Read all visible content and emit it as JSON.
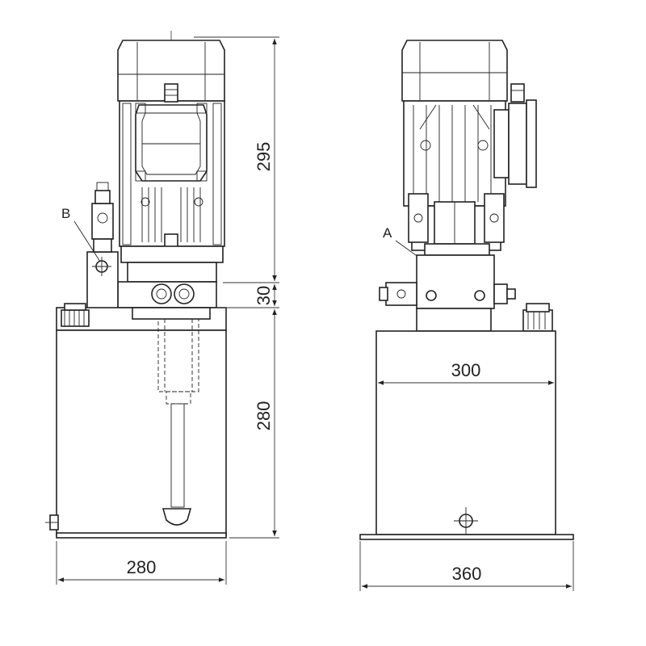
{
  "views": {
    "front": {
      "dim_width": "280",
      "dim_motor_height": "295",
      "dim_block_height": "30",
      "dim_tank_height": "280",
      "label_b": "B"
    },
    "side": {
      "dim_tank_width": "300",
      "dim_base_width": "360",
      "label_a": "A"
    }
  }
}
